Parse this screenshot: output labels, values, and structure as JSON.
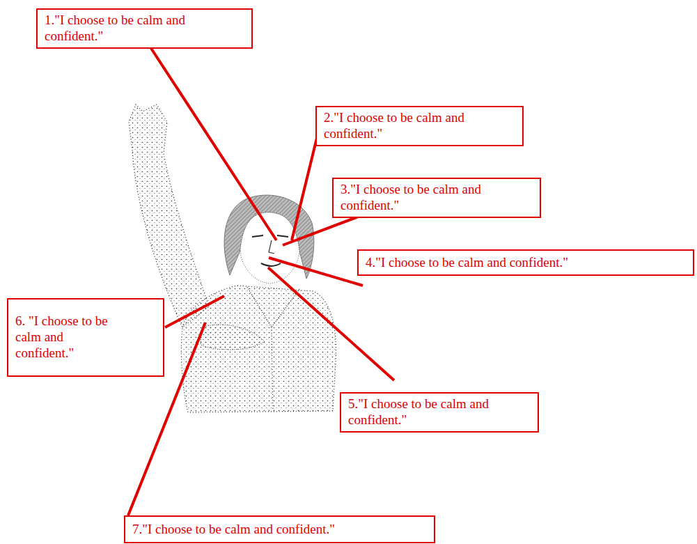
{
  "diagram": {
    "nodes": [
      {
        "text": [
          "1.\"I choose to be calm and confident.\""
        ]
      },
      {
        "text": [
          "2.\"I choose to be calm and confident.\""
        ]
      },
      {
        "text": [
          "3.\"I choose to be calm and confident.\""
        ]
      },
      {
        "text": [
          "4.\"I choose to be calm and confident.\""
        ]
      },
      {
        "text": [
          "5.\"I choose to be calm and confident.\""
        ]
      },
      {
        "text": [
          "6. \"I choose to be calm and confident.\""
        ]
      },
      {
        "text": [
          "7.\"I choose to be calm and confident.\""
        ]
      }
    ]
  }
}
